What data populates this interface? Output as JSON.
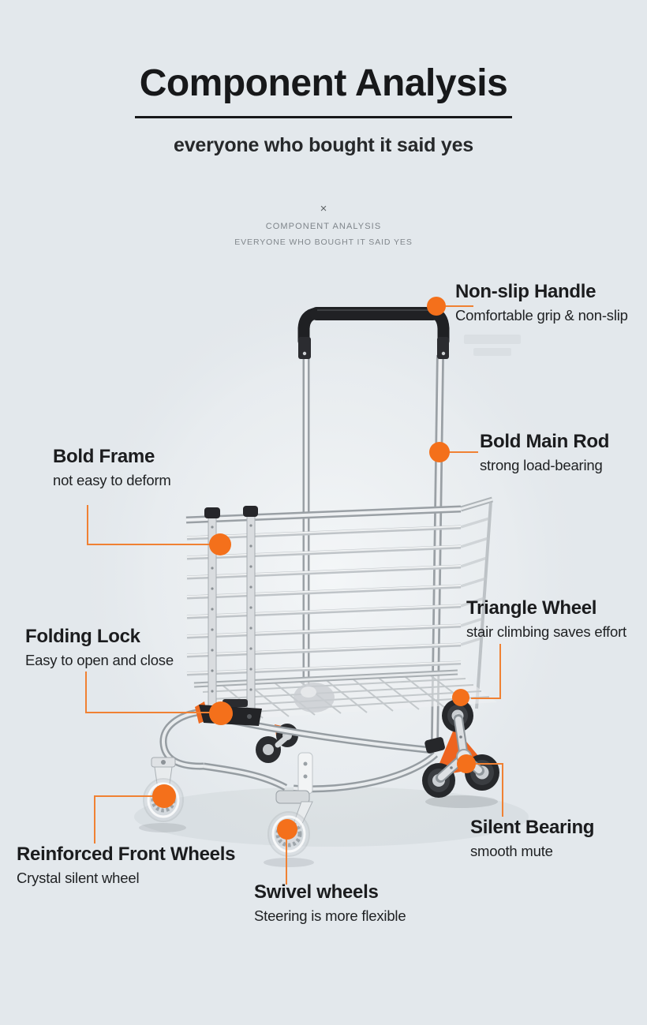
{
  "theme": {
    "background": "#e3e8ec",
    "accent_orange": "#f4701b",
    "text_dark": "#1b1c1e",
    "text_gray": "#7e848a"
  },
  "header": {
    "title": "Component Analysis",
    "subtitle": "everyone who bought it said yes"
  },
  "watermark": {
    "close_mark": "×",
    "line1": "COMPONENT ANALYSIS",
    "line2": "EVERYONE WHO BOUGHT IT SAID YES"
  },
  "callouts": [
    {
      "id": "non-slip-handle",
      "title": "Non-slip Handle",
      "desc": "Comfortable grip & non-slip"
    },
    {
      "id": "bold-main-rod",
      "title": "Bold Main Rod",
      "desc": "strong load-bearing"
    },
    {
      "id": "bold-frame",
      "title": "Bold Frame",
      "desc": "not easy to deform"
    },
    {
      "id": "triangle-wheel",
      "title": "Triangle Wheel",
      "desc": "stair climbing saves effort"
    },
    {
      "id": "folding-lock",
      "title": "Folding Lock",
      "desc": "Easy to open and close"
    },
    {
      "id": "silent-bearing",
      "title": "Silent Bearing",
      "desc": "smooth mute"
    },
    {
      "id": "reinforced-front-wheels",
      "title": "Reinforced Front Wheels",
      "desc": "Crystal silent wheel"
    },
    {
      "id": "swivel-wheels",
      "title": "Swivel wheels",
      "desc": "Steering is more flexible"
    }
  ]
}
